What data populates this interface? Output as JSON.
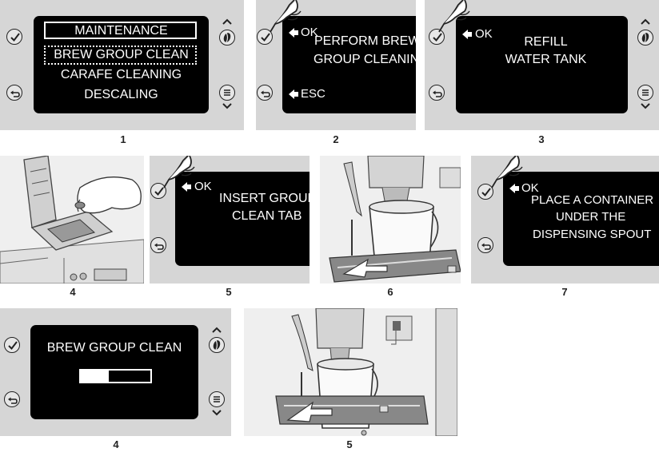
{
  "panel1": {
    "menu_items": [
      "MAINTENANCE",
      "BREW GROUP CLEAN",
      "CARAFE CLEANING",
      "DESCALING"
    ],
    "step": "1"
  },
  "panel2": {
    "ok_label": "OK",
    "esc_label": "ESC",
    "line1": "PERFORM BREW",
    "line2": "GROUP CLEANING",
    "step": "2"
  },
  "panel3": {
    "ok_label": "OK",
    "line1": "REFILL",
    "line2": "WATER TANK",
    "step": "3"
  },
  "panel4": {
    "step": "4"
  },
  "panel5": {
    "ok_label": "OK",
    "line1": "INSERT GROUP",
    "line2": "CLEAN TAB",
    "step": "5"
  },
  "panel6": {
    "step": "6"
  },
  "panel7": {
    "ok_label": "OK",
    "line1": "PLACE A CONTAINER",
    "line2": "UNDER THE",
    "line3": "DISPENSING SPOUT",
    "step": "7"
  },
  "panel8": {
    "line1": "BREW GROUP CLEAN",
    "progress": 0.4,
    "step": "4"
  },
  "panel9": {
    "step": "5"
  }
}
